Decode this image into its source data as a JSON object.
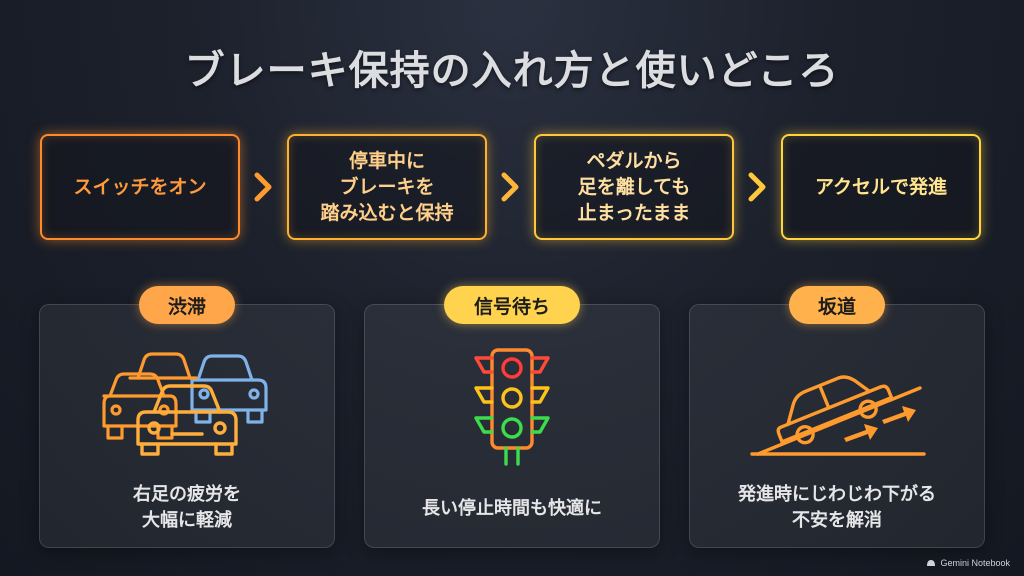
{
  "title": "ブレーキ保持の入れ方と使いどころ",
  "steps": [
    {
      "line1": "スイッチをオン",
      "line2": "",
      "line3": ""
    },
    {
      "line1": "停車中に",
      "line2": "ブレーキを",
      "line3": "踏み込むと保持"
    },
    {
      "line1": "ペダルから",
      "line2": "足を離しても",
      "line3": "止まったまま"
    },
    {
      "line1": "アクセルで発進",
      "line2": "",
      "line3": ""
    }
  ],
  "cards": [
    {
      "tag": "渋滞",
      "icon": "traffic-jam-cars-icon",
      "caption_line1": "右足の疲労を",
      "caption_line2": "大幅に軽減"
    },
    {
      "tag": "信号待ち",
      "icon": "traffic-light-icon",
      "caption_line1": "長い停止時間も快適に",
      "caption_line2": ""
    },
    {
      "tag": "坂道",
      "icon": "car-on-slope-icon",
      "caption_line1": "発進時にじわじわ下がる",
      "caption_line2": "不安を解消"
    }
  ],
  "brand": "Gemini Notebook",
  "colors": {
    "step1": "#ff8a2a",
    "step2": "#ffb02e",
    "step3": "#ffc83a",
    "step4": "#ffd43f",
    "arrow": "#ffa236",
    "light_red": "#ff3b3b",
    "light_yellow": "#ffc21a",
    "light_green": "#3ddc4a",
    "car_orange": "#ff9a2e",
    "car_blue": "#7fb2e8"
  }
}
